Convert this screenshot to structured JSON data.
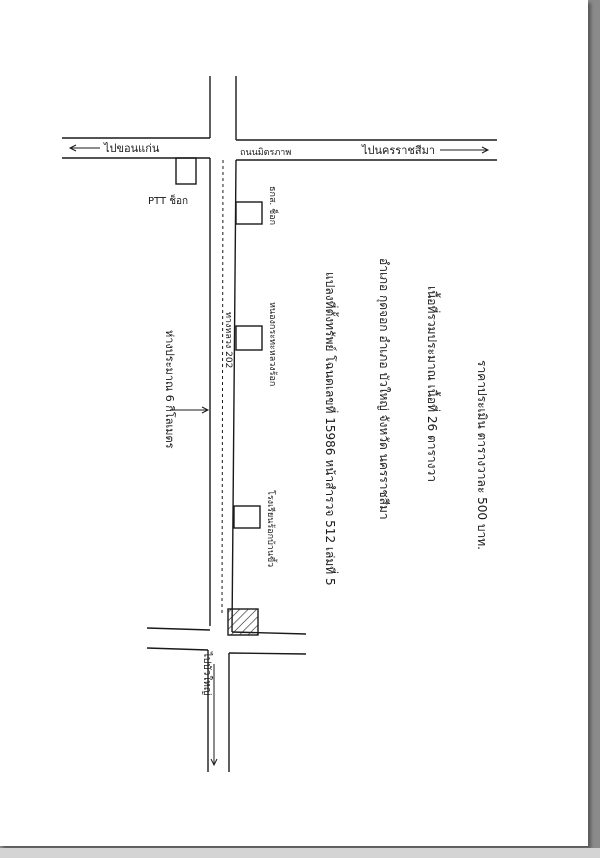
{
  "map": {
    "top_road": {
      "to_left": "ไปขอนแก่น",
      "to_right": "ไปนครราชสีมา",
      "road_name": "ถนนมิตรภาพ"
    },
    "main_road_name": "ทางหลวง 202",
    "bottom_direction": "ไปบัวใหญ่",
    "distance_note": "ห่างประมาณ 6 กิโลเมตร",
    "landmarks": {
      "ptt": "PTT ช็อก",
      "left_top": "ธกส. ช็อก",
      "left_mid": "หนองกระทะหลวงร้อก",
      "left_bottom": "โรงเรียนร้อกบ้านขี้ว"
    }
  },
  "notes": {
    "line1": "แปลงที่ตั้งทรัพย์ โฉนดเลขที่ 15986 หน้าสำรวจ 512 เล่มที่ 5",
    "line2": "อำเภอ กุดจอก อำเภอ บัวใหญ่ จังหวัด นครราชสีมา",
    "line3": "เนื้อที่รวมประมาณ เนื้อที่ 26 ตารางวา",
    "line4": "ราคาประเมิน ตารางวาละ 500 บาท."
  }
}
